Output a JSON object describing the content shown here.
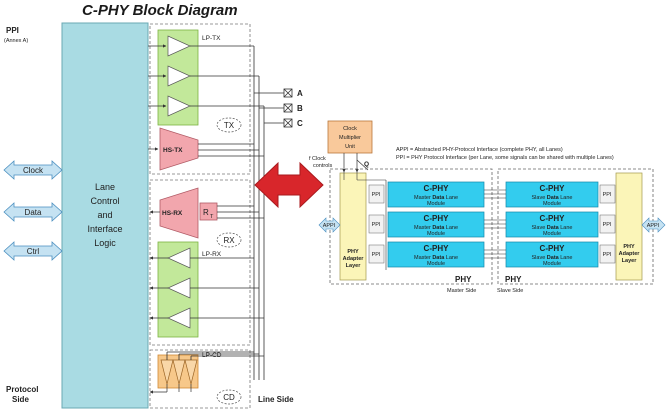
{
  "title": "C-PHY Block Diagram",
  "left": {
    "ppi_label": "PPI",
    "ppi_sub": "(Annex A)",
    "lane_control": [
      "Lane",
      "Control",
      "and",
      "Interface",
      "Logic"
    ],
    "signals": [
      "Clock",
      "Data",
      "Ctrl"
    ],
    "protocol_side": [
      "Protocol",
      "Side"
    ],
    "line_side": "Line Side",
    "lp_tx": "LP-TX",
    "tx": "TX",
    "hs_tx": "HS-TX",
    "hs_rx": "HS-RX",
    "rt": "R",
    "rt_sub": "T",
    "rx": "RX",
    "lp_rx": "LP-RX",
    "lp_cd": "LP-CD",
    "cd": "CD",
    "pins": [
      "A",
      "B",
      "C"
    ]
  },
  "right": {
    "clock_multiplier": [
      "Clock",
      "Multiplier",
      "Unit"
    ],
    "clock_controls": [
      "f Clock",
      "controls"
    ],
    "q_label": "Q",
    "appi_note": "APPI = Abstracted PHY-Protocol Interface (complete PHY, all Lanes)",
    "ppi_note": "PPI    = PHY Protocol Interface (per Lane, some signals can be shared with multiple Lanes)",
    "appi": "APPI",
    "ppi": "PPI",
    "adapter": [
      "PHY",
      "Adapter",
      "Layer"
    ],
    "master_module": {
      "title": "C-PHY",
      "line1a": "Master ",
      "line1b": "Data",
      "line1c": " Lane",
      "line2": "Module"
    },
    "slave_module": {
      "title": "C-PHY",
      "line1a": "Slave ",
      "line1b": "Data",
      "line1c": " Lane",
      "line2": "Module"
    },
    "phy_left": "PHY",
    "master_side": "Master Side",
    "phy_right": "PHY",
    "slave_side": "Slave Side"
  }
}
